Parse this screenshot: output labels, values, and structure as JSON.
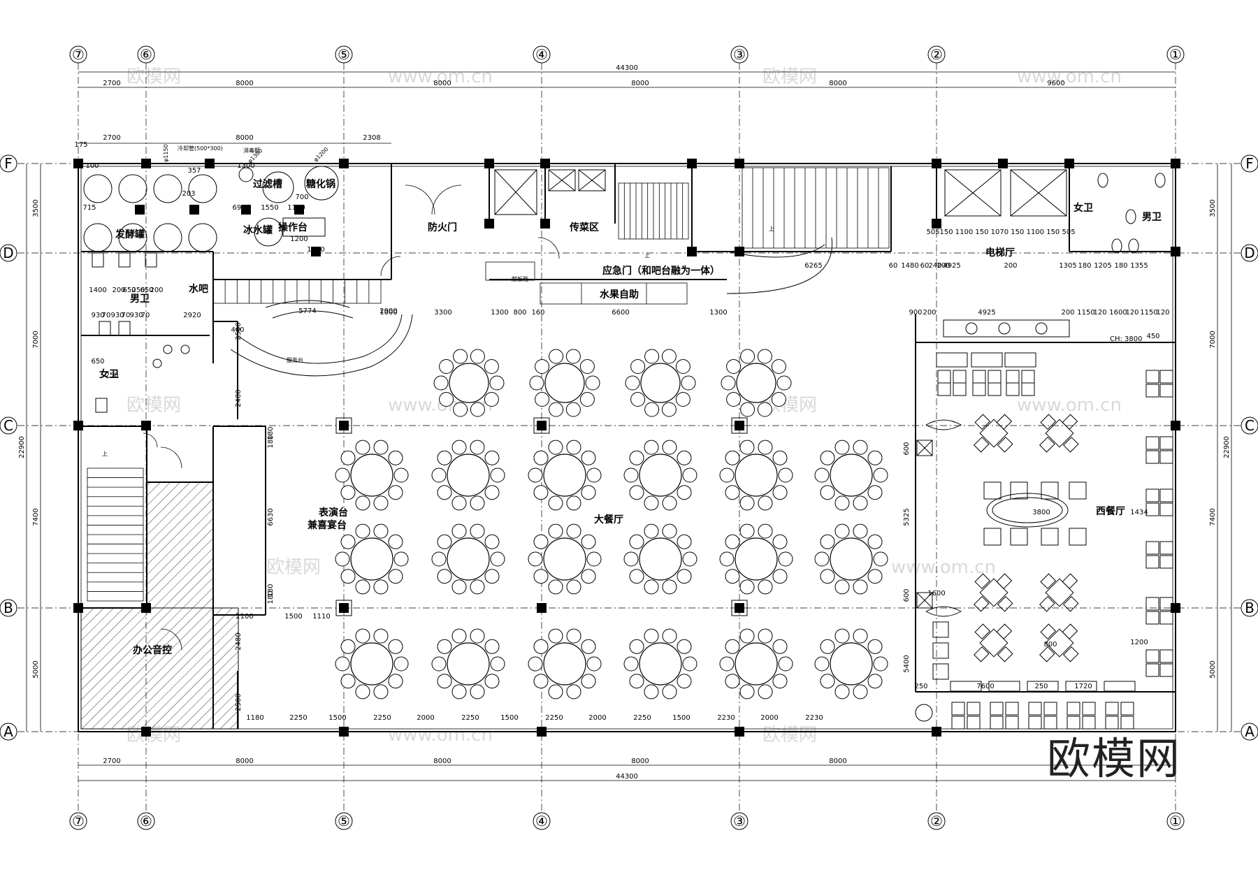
{
  "axes": {
    "columns": [
      "⑦",
      "⑥",
      "⑤",
      "④",
      "③",
      "②",
      "①"
    ],
    "rows": [
      "F",
      "D",
      "C",
      "B",
      "A"
    ]
  },
  "dimensions": {
    "top_total": "44300",
    "top_spans": [
      "2700",
      "8000",
      "8000",
      "8000",
      "8000",
      "9600"
    ],
    "bottom_total": "44300",
    "bottom_spans": [
      "2700",
      "8000",
      "8000",
      "8000",
      "8000"
    ],
    "left_total": "22900",
    "left_spans": [
      "3500",
      "7000",
      "7400",
      "5000"
    ],
    "right_total": "22900",
    "right_spans": [
      "3500",
      "7000",
      "7400",
      "5000"
    ],
    "kitchen_top": [
      "2700",
      "8000",
      "2308"
    ],
    "bottom_row": [
      "1180",
      "2250",
      "1500",
      "2250",
      "2000",
      "2250",
      "1500",
      "2250",
      "2000",
      "2250",
      "1500",
      "2230",
      "2000",
      "2230"
    ],
    "mid_row": [
      "1300",
      "800",
      "160",
      "6600",
      "1300"
    ],
    "mid_row_left": [
      "1000",
      "3300"
    ],
    "elevator_row": [
      "6265",
      "60",
      "1480",
      "60",
      "240",
      "200",
      "4925",
      "200",
      "1305",
      "180",
      "1205",
      "180",
      "1355"
    ],
    "elevator_row_top": "505150 1100 150 1070 150 1100 150 505",
    "west_top": [
      "900",
      "200",
      "4925",
      "200",
      "1150",
      "120",
      "1600",
      "120",
      "1150",
      "120"
    ],
    "stage": [
      "180",
      "180",
      "6630",
      "180",
      "180",
      "2100",
      "1500",
      "1110",
      "2480",
      "2500",
      "2480",
      "2500"
    ],
    "west_side": [
      "600",
      "5325",
      "600",
      "1600",
      "5400",
      "250",
      "7600",
      "250",
      "1720",
      "1200",
      "800",
      "3800",
      "1434",
      "450"
    ],
    "toilet_row": [
      "1400",
      "200",
      "650",
      "250",
      "650",
      "200",
      "930",
      "70",
      "930",
      "70",
      "930",
      "70",
      "2920"
    ],
    "kitchen_misc": [
      "175",
      "100",
      "715",
      "357",
      "203",
      "700",
      "1200",
      "698",
      "1550",
      "1150",
      "1300",
      "1100",
      "5774",
      "2900",
      "400",
      "250",
      "650"
    ],
    "ch_label": "CH: 3800"
  },
  "rooms": {
    "fermenter": "发酵罐",
    "filter_tank": "过滤槽",
    "saccharify": "糖化锅",
    "ice_tank": "冰水罐",
    "work_table": "操作台",
    "fire_door": "防火门",
    "serving_area": "传菜区",
    "emergency_door": "应急门（和吧台融为一体）",
    "fruit_buffet": "水果自助",
    "elevator_hall": "电梯厅",
    "women_top": "女卫",
    "men_top": "男卫",
    "men_left": "男卫",
    "women_left": "女卫",
    "water_bar": "水吧",
    "stage": "表演台",
    "stage2": "兼喜宴台",
    "main_hall": "大餐厅",
    "west_hall": "西餐厅",
    "office": "办公音控",
    "service_desk": "服务台",
    "rostrum": "献板箱",
    "up_mark": "上"
  },
  "notes": {
    "kitchen_duct": "冷却管(500*300)",
    "vent": "消毒柜",
    "tank_dia": "φ1150",
    "tank_dia2": "φ1300",
    "tank_dia3": "φ1200"
  },
  "watermarks": {
    "cn": "欧模网",
    "url": "www.om.cn",
    "url_short": "om.cn"
  },
  "brand": "欧模网",
  "colors": {
    "line": "#000000",
    "watermark": "#d9d9d9",
    "background": "#ffffff"
  }
}
